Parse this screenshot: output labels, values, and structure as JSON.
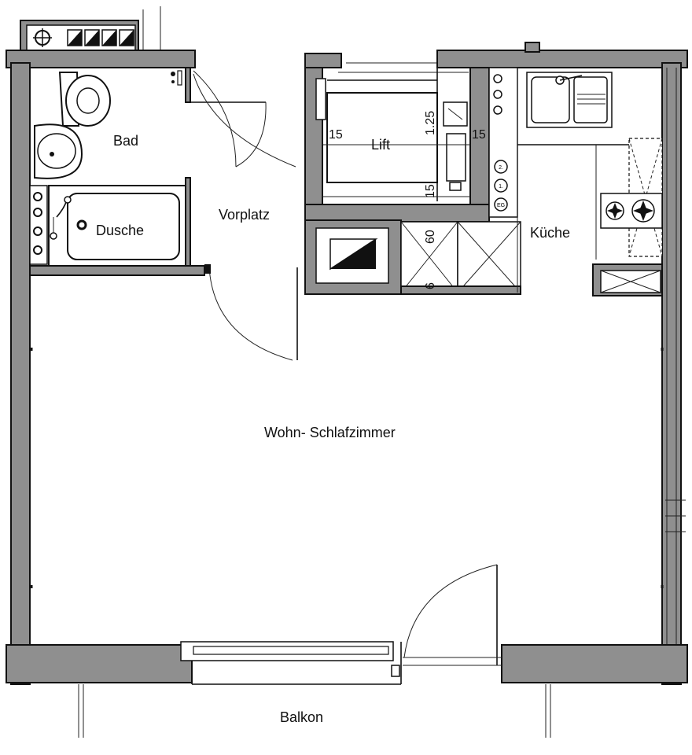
{
  "rooms": {
    "bad": "Bad",
    "dusche": "Dusche",
    "vorplatz": "Vorplatz",
    "lift": "Lift",
    "kueche": "Küche",
    "wohn": "Wohn- Schlafzimmer",
    "balkon": "Balkon"
  },
  "dimensions": {
    "lift_left": "15",
    "lift_right": "15",
    "lift_height": "1.25",
    "lift_bottom": "15",
    "shaft_60": "60",
    "shaft_6": "6"
  },
  "elevator_panel": {
    "btn2": "2.",
    "btn1": "1.",
    "btnEG": "EG"
  },
  "colors": {
    "wall": "#8f8f8f",
    "line": "#111111"
  }
}
